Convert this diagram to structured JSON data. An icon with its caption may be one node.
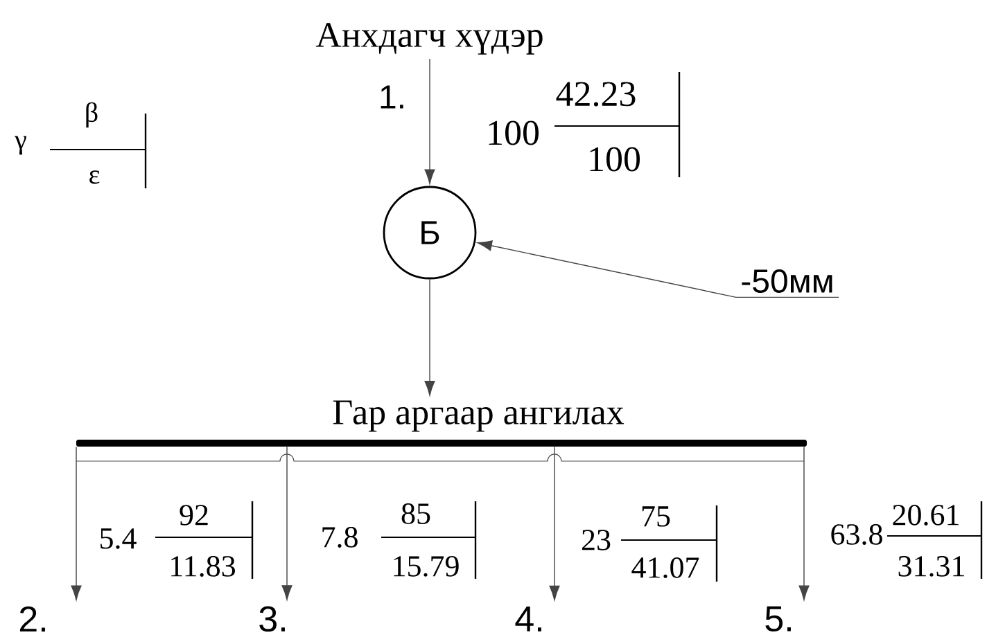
{
  "diagram": {
    "nodes": [
      {
        "text": [
          "Анхдагч хүдэр"
        ]
      },
      {
        "text": [
          "Б"
        ]
      },
      {
        "text": [
          "-50мм"
        ]
      },
      {
        "text": [
          "Гар аргаар ангилах"
        ]
      },
      {
        "text": [
          "2."
        ]
      },
      {
        "text": [
          "3."
        ]
      },
      {
        "text": [
          "4."
        ]
      },
      {
        "text": [
          "5."
        ]
      }
    ],
    "edges": [
      {
        "from": 0,
        "to": 1,
        "arrow": "to",
        "label": "1."
      },
      {
        "from": 2,
        "to": 1,
        "arrow": "to"
      },
      {
        "from": 1,
        "to": 3,
        "arrow": "to"
      },
      {
        "from": 3,
        "to": 4,
        "arrow": "to"
      },
      {
        "from": 3,
        "to": 5,
        "arrow": "to"
      },
      {
        "from": 3,
        "to": 6,
        "arrow": "to"
      },
      {
        "from": 3,
        "to": 7,
        "arrow": "to"
      }
    ],
    "labels": [
      "γ",
      "β",
      "ε",
      "100",
      "42.23",
      "100",
      "5.4",
      "92",
      "11.83",
      "7.8",
      "85",
      "15.79",
      "23",
      "75",
      "41.07",
      "63.8",
      "20.61",
      "31.31"
    ]
  }
}
